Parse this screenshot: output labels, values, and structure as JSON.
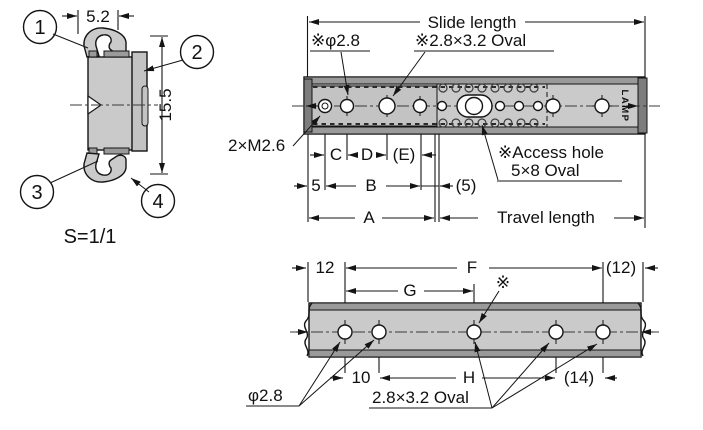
{
  "drawing": {
    "type": "technical-drawing",
    "product": "slide rail",
    "brand": "LAMP",
    "colors": {
      "body_gray": "#cacaca",
      "edge_gray": "#9a9a9a",
      "end_cap_gray": "#7d7d7d",
      "line": "#141414"
    }
  },
  "cross_section": {
    "callouts": [
      "1",
      "2",
      "3",
      "4"
    ],
    "width_dim": "5.2",
    "height_dim": "15.5",
    "scale_label": "S=1/1"
  },
  "top_view": {
    "slide_length_label": "Slide length",
    "travel_length_label": "Travel length",
    "hole_label": "※φ2.8",
    "oval_label": "※2.8×3.2 Oval",
    "screw_label": "2×M2.6",
    "access_label_line1": "※Access hole",
    "access_label_line2": "5×8 Oval",
    "dim_c": "C",
    "dim_d": "D",
    "dim_e": "(E)",
    "dim_5": "5",
    "dim_b": "B",
    "dim_5p": "(5)",
    "dim_a": "A",
    "brand_mark": "LAMP"
  },
  "bottom_view": {
    "dim_12": "12",
    "dim_g": "G",
    "dim_f": "F",
    "dim_12p": "(12)",
    "dim_10": "10",
    "dim_h": "H",
    "dim_14p": "(14)",
    "ref_mark": "※",
    "hole_label": "φ2.8",
    "oval_label": "2.8×3.2 Oval"
  }
}
